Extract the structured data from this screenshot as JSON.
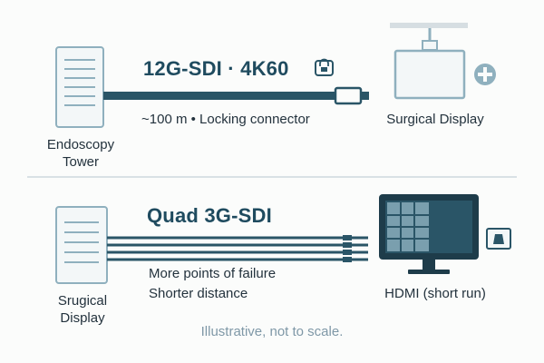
{
  "top": {
    "source_label": "Endoscopy\nTower",
    "link_title": "12G-SDI · 4K60",
    "link_note": "~100 m • Locking connector",
    "dest_label": "Surgical Display",
    "lock_icon": "lock-icon",
    "plus_icon": "medical-plus-icon"
  },
  "bottom": {
    "source_label": "Srugical\nDisplay",
    "link_title": "Quad 3G-SDI",
    "note_1": "More points of failure",
    "note_2": "Shorter distance",
    "dest_label": "HDMI (short run)",
    "adapter_icon": "hdmi-port-icon"
  },
  "footer": "Illustrative, not to scale.",
  "colors": {
    "cable": "#2a5567",
    "outline": "#8fb0be",
    "fill": "#f3f7f8",
    "screen": "#2a5567",
    "text": "#23323d",
    "muted": "#7f98a7"
  }
}
